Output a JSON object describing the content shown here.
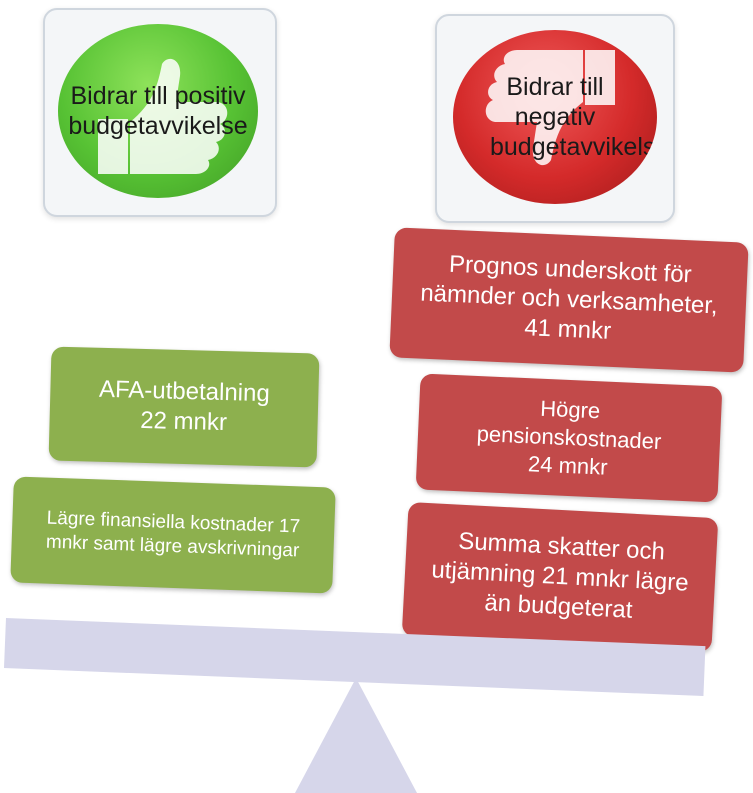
{
  "positive": {
    "label": "Bidrar till positiv budgetavvikelse",
    "color": "#57c234",
    "items": [
      {
        "text": "AFA-utbetalning 22 mnkr"
      },
      {
        "text": "Lägre finansiella kostnader  17 mnkr samt lägre avskrivningar"
      }
    ]
  },
  "negative": {
    "label": "Bidrar till negativ budgetavvikelse",
    "color": "#d42a2a",
    "items": [
      {
        "text": "Prognos underskott för nämnder och verksamheter, 41 mnkr"
      },
      {
        "text": "Högre pensionskostnader 24 mnkr"
      },
      {
        "text": "Summa skatter och utjämning 21 mnkr lägre än budgeterat"
      }
    ]
  },
  "colors": {
    "green_box": "#8db04e",
    "red_box": "#c24a4a",
    "scale": "#d6d6ea"
  },
  "icons": [
    "thumbs-up-icon",
    "thumbs-down-icon"
  ]
}
